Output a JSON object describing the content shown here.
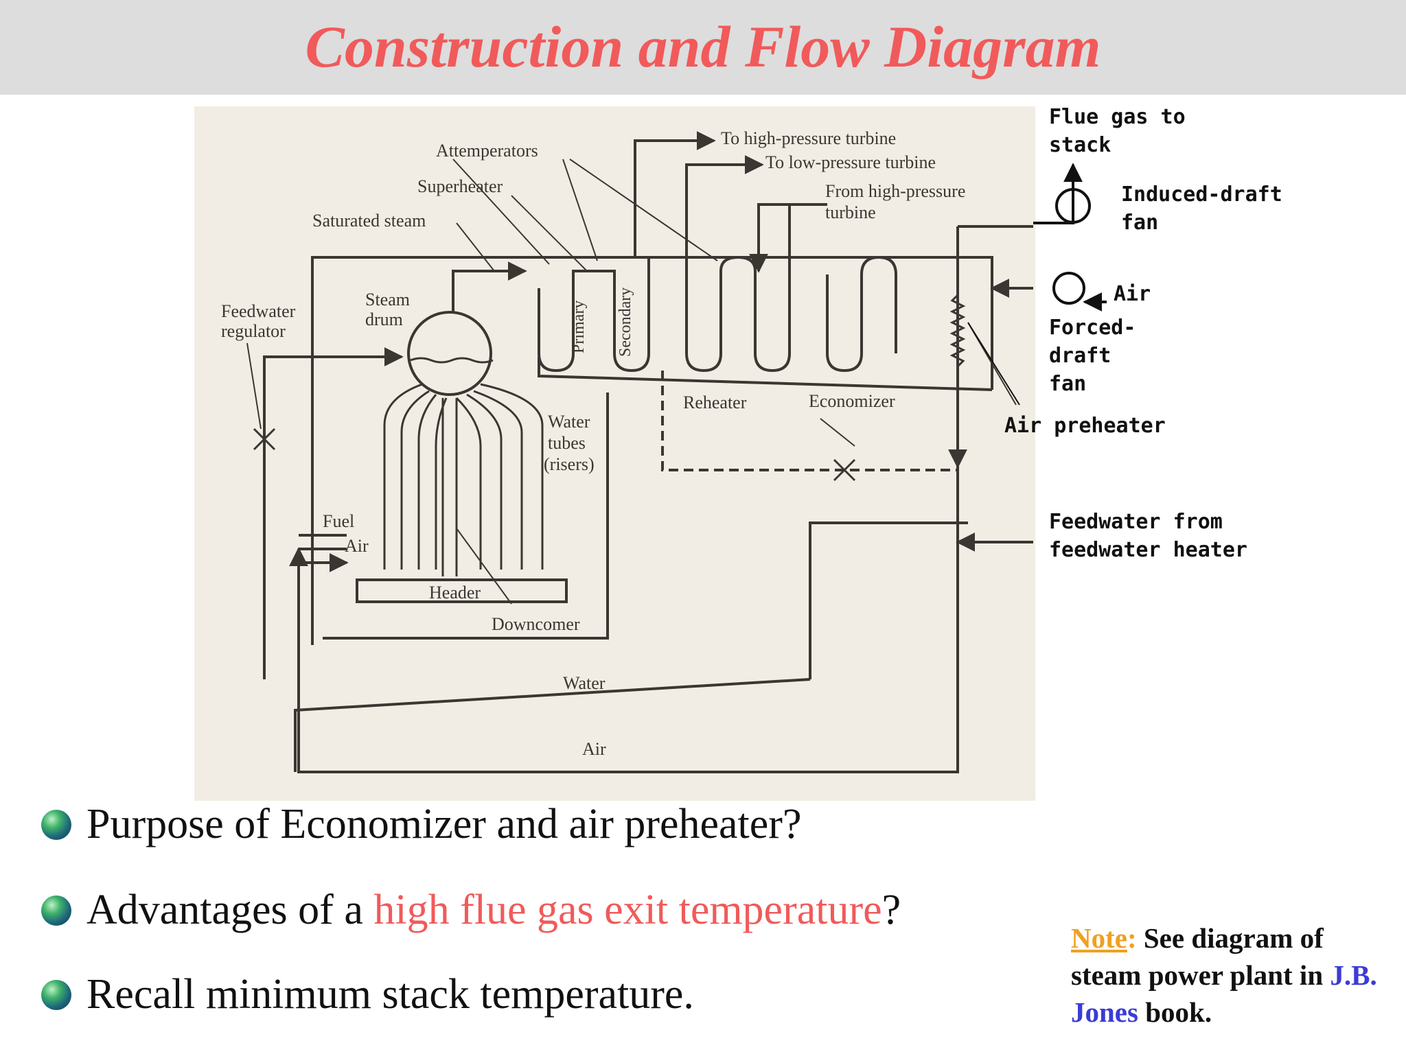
{
  "title": "Construction and Flow Diagram",
  "diagram": {
    "labels": {
      "to_hp_turbine": "To high-pressure turbine",
      "to_lp_turbine": "To low-pressure turbine",
      "attemperators": "Attemperators",
      "from_hp_1": "From high-pressure",
      "from_hp_2": "turbine",
      "superheater": "Superheater",
      "saturated_steam": "Saturated steam",
      "steam_1": "Steam",
      "steam_2": "drum",
      "feedwater_reg_1": "Feedwater",
      "feedwater_reg_2": "regulator",
      "primary": "Primary",
      "secondary": "Secondary",
      "reheater": "Reheater",
      "economizer": "Economizer",
      "water_tubes_1": "Water",
      "water_tubes_2": "tubes",
      "water_tubes_3": "(risers)",
      "fuel": "Fuel",
      "air_inlet": "Air",
      "header": "Header",
      "downcomer": "Downcomer",
      "water": "Water",
      "air_bottom": "Air"
    }
  },
  "right_labels": {
    "flue_gas_1": "Flue gas to",
    "flue_gas_2": "stack",
    "induced_1": "Induced-draft",
    "induced_2": "fan",
    "air": "Air",
    "forced_1": "Forced-",
    "forced_2": "draft",
    "forced_3": "fan",
    "air_preheater": "Air preheater",
    "feedwater_1": "Feedwater from",
    "feedwater_2": "feedwater heater"
  },
  "bullets": [
    {
      "text": "Purpose of Economizer and air preheater?"
    },
    {
      "prefix": "Advantages of a ",
      "highlight": "high flue gas exit temperature",
      "suffix": "?"
    },
    {
      "text": "Recall minimum stack temperature."
    }
  ],
  "note": {
    "label": "Note",
    "colon": ":",
    "text1": " See diagram of steam power plant in ",
    "author": "J.B. Jones",
    "text2": " book."
  },
  "colors": {
    "title": "#f15a5a",
    "highlight": "#f15a5a",
    "note_label": "#f0a020",
    "note_author": "#3b3bd6",
    "diagram_background": "#f1ede4",
    "title_bar": "#dddddd"
  }
}
